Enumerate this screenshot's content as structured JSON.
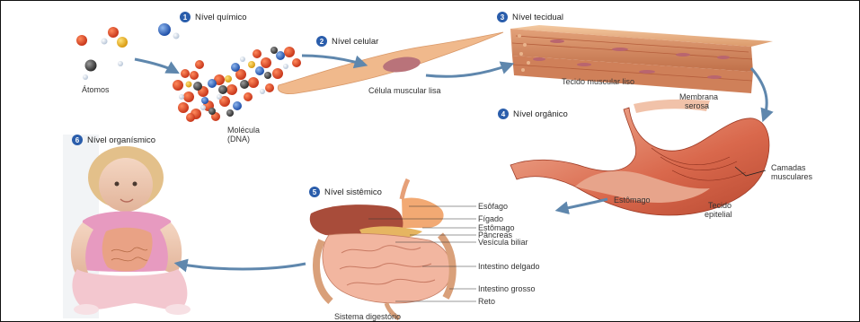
{
  "levels": [
    {
      "num": "1",
      "label": "Nível químico"
    },
    {
      "num": "2",
      "label": "Nível celular"
    },
    {
      "num": "3",
      "label": "Nível tecidual"
    },
    {
      "num": "4",
      "label": "Nível orgânico"
    },
    {
      "num": "5",
      "label": "Nível sistêmico"
    },
    {
      "num": "6",
      "label": "Nível organísmico"
    }
  ],
  "labels": {
    "atoms": "Átomos",
    "molecule": "Molécula",
    "dna": "(DNA)",
    "cell": "Célula muscular lisa",
    "tissue": "Tecido muscular liso",
    "membrane_1": "Membrana",
    "membrane_2": "serosa",
    "layers_1": "Camadas",
    "layers_2": "musculares",
    "stomach": "Estômago",
    "epithelial_1": "Tecido",
    "epithelial_2": "epitelial",
    "system": "Sistema digestório"
  },
  "system_parts": [
    "Esôfago",
    "Fígado",
    "Estômago",
    "Pâncreas",
    "Vesícula biliar",
    "Intestino delgado",
    "Intestino grosso",
    "Reto"
  ],
  "colors": {
    "badge": "#2a5dab",
    "arrow": "#5f87ad"
  }
}
